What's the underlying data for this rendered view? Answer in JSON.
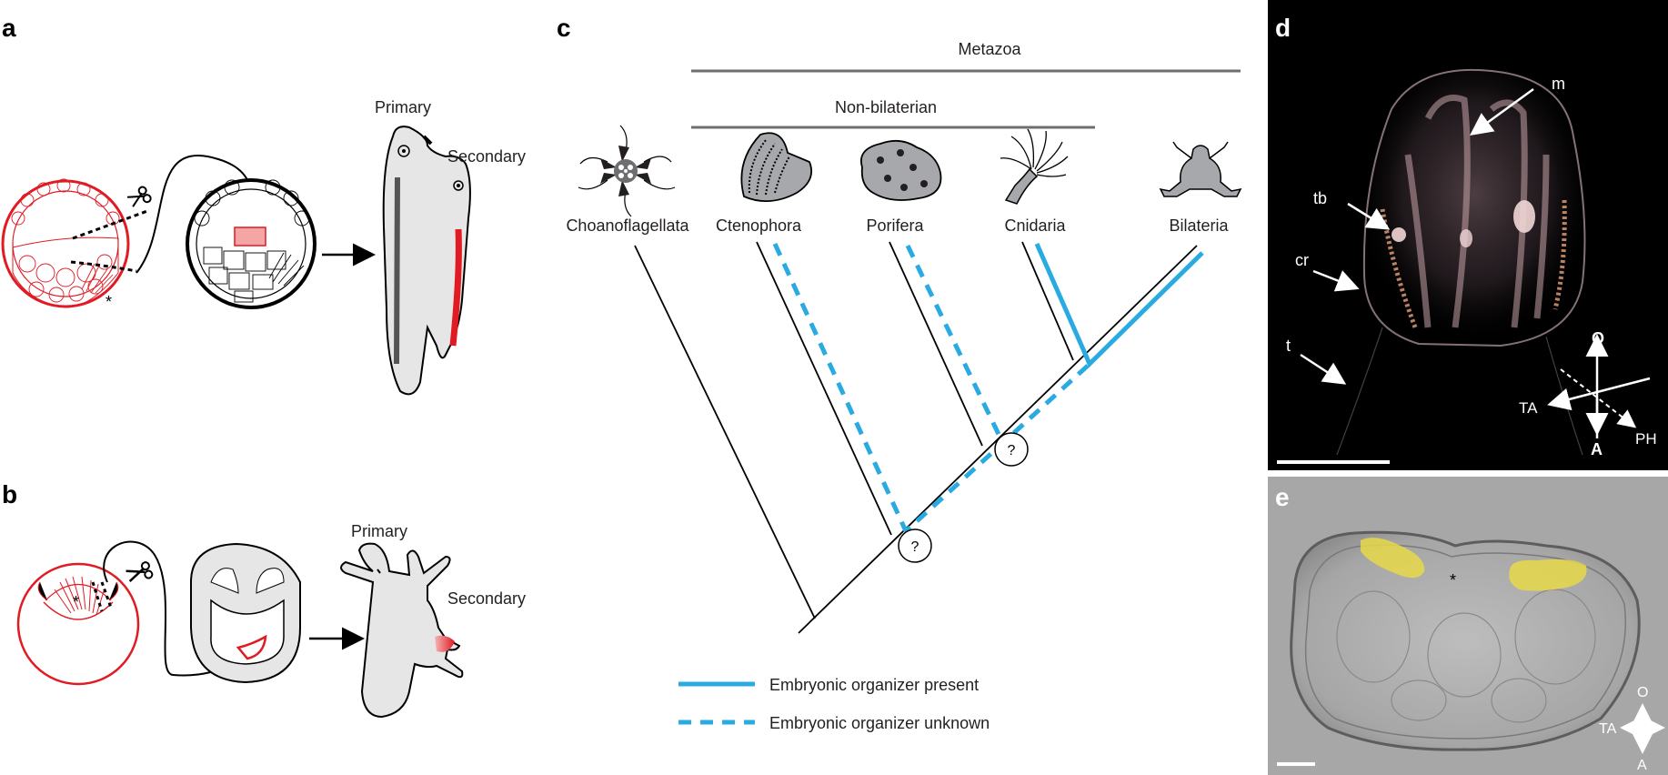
{
  "panels": {
    "a": {
      "letter": "a",
      "primary": "Primary",
      "secondary": "Secondary",
      "star": "*"
    },
    "b": {
      "letter": "b",
      "primary": "Primary",
      "secondary": "Secondary",
      "star": "*"
    },
    "c": {
      "letter": "c",
      "metazoa": "Metazoa",
      "non_bilaterian": "Non-bilaterian",
      "taxa": [
        "Choanoflagellata",
        "Ctenophora",
        "Porifera",
        "Cnidaria",
        "Bilateria"
      ],
      "unknown_nodes": [
        "?",
        "?"
      ],
      "legend": {
        "present": "Embryonic organizer present",
        "unknown": "Embryonic organizer unknown"
      },
      "colors": {
        "organizer": "#29abe2",
        "tree": "#000000",
        "bracket": "#6d6e71"
      }
    },
    "d": {
      "letter": "d",
      "labels": {
        "m": "m",
        "tb": "tb",
        "cr": "cr",
        "t": "t"
      },
      "axes": {
        "oral": "O",
        "aboral": "A",
        "tentacular": "TA",
        "pharyngeal": "PH"
      }
    },
    "e": {
      "letter": "e",
      "star": "*",
      "axes": {
        "oral": "O",
        "aboral": "A",
        "tentacular": "TA"
      },
      "colors": {
        "highlight": "#e6d84a"
      }
    }
  }
}
